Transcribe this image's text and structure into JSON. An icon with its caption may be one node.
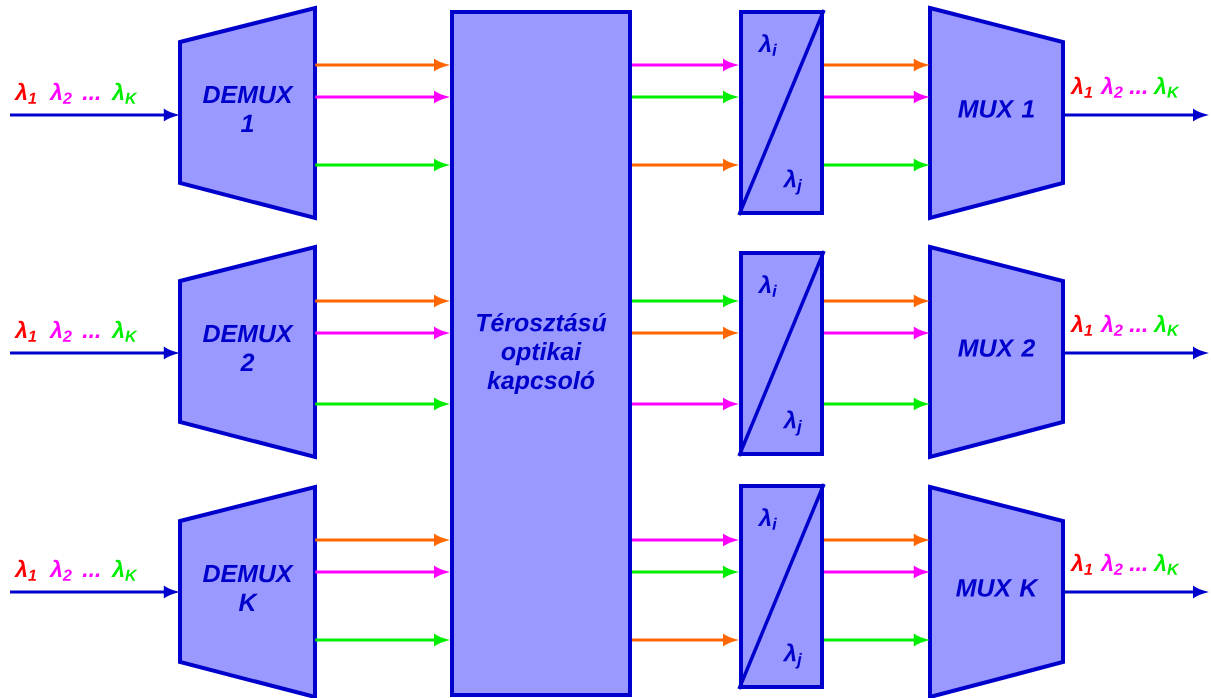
{
  "diagram": {
    "nodes": [
      {
        "text": [
          "DEMUX 1"
        ]
      },
      {
        "text": [
          "DEMUX 2"
        ]
      },
      {
        "text": [
          "DEMUX K"
        ]
      },
      {
        "text": [
          "Térosztású optikai kapcsoló"
        ]
      },
      {
        "text": [
          "λ$_{i}$",
          "λ$_{j}$"
        ]
      },
      {
        "text": [
          "λ$_{i}$",
          "λ$_{j}$"
        ]
      },
      {
        "text": [
          "λ$_{i}$",
          "λ$_{j}$"
        ]
      },
      {
        "text": [
          "MUX 1"
        ]
      },
      {
        "text": [
          "MUX 2"
        ]
      },
      {
        "text": [
          "MUX K"
        ]
      }
    ],
    "edges": [
      {
        "from": null,
        "to": 0,
        "arrow": "to",
        "color": "#0000cc"
      },
      {
        "from": null,
        "to": 1,
        "arrow": "to",
        "color": "#0000cc"
      },
      {
        "from": null,
        "to": 2,
        "arrow": "to",
        "color": "#0000cc"
      },
      {
        "from": 0,
        "to": 3,
        "arrow": "to",
        "color": "#ff6600"
      },
      {
        "from": 0,
        "to": 3,
        "arrow": "to",
        "color": "#ff00ff"
      },
      {
        "from": 0,
        "to": 3,
        "arrow": "to",
        "color": "#00ee00"
      },
      {
        "from": 1,
        "to": 3,
        "arrow": "to",
        "color": "#ff6600"
      },
      {
        "from": 1,
        "to": 3,
        "arrow": "to",
        "color": "#ff00ff"
      },
      {
        "from": 1,
        "to": 3,
        "arrow": "to",
        "color": "#00ee00"
      },
      {
        "from": 2,
        "to": 3,
        "arrow": "to",
        "color": "#ff6600"
      },
      {
        "from": 2,
        "to": 3,
        "arrow": "to",
        "color": "#ff00ff"
      },
      {
        "from": 2,
        "to": 3,
        "arrow": "to",
        "color": "#00ee00"
      },
      {
        "from": 3,
        "to": 4,
        "arrow": "to",
        "color": "#ff00ff"
      },
      {
        "from": 3,
        "to": 4,
        "arrow": "to",
        "color": "#00ee00"
      },
      {
        "from": 3,
        "to": 4,
        "arrow": "to",
        "color": "#ff6600"
      },
      {
        "from": 3,
        "to": 5,
        "arrow": "to",
        "color": "#00ee00"
      },
      {
        "from": 3,
        "to": 5,
        "arrow": "to",
        "color": "#ff6600"
      },
      {
        "from": 3,
        "to": 5,
        "arrow": "to",
        "color": "#ff00ff"
      },
      {
        "from": 3,
        "to": 6,
        "arrow": "to",
        "color": "#ff00ff"
      },
      {
        "from": 3,
        "to": 6,
        "arrow": "to",
        "color": "#00ee00"
      },
      {
        "from": 3,
        "to": 6,
        "arrow": "to",
        "color": "#ff6600"
      },
      {
        "from": 4,
        "to": 7,
        "arrow": "to",
        "color": "#ff6600"
      },
      {
        "from": 4,
        "to": 7,
        "arrow": "to",
        "color": "#ff00ff"
      },
      {
        "from": 4,
        "to": 7,
        "arrow": "to",
        "color": "#00ee00"
      },
      {
        "from": 5,
        "to": 8,
        "arrow": "to",
        "color": "#ff6600"
      },
      {
        "from": 5,
        "to": 8,
        "arrow": "to",
        "color": "#ff00ff"
      },
      {
        "from": 5,
        "to": 8,
        "arrow": "to",
        "color": "#00ee00"
      },
      {
        "from": 6,
        "to": 9,
        "arrow": "to",
        "color": "#ff6600"
      },
      {
        "from": 6,
        "to": 9,
        "arrow": "to",
        "color": "#ff00ff"
      },
      {
        "from": 6,
        "to": 9,
        "arrow": "to",
        "color": "#00ee00"
      },
      {
        "from": 7,
        "to": null,
        "arrow": "to",
        "color": "#0000cc"
      },
      {
        "from": 8,
        "to": null,
        "arrow": "to",
        "color": "#0000cc"
      },
      {
        "from": 9,
        "to": null,
        "arrow": "to",
        "color": "#0000cc"
      }
    ],
    "labels": [
      "λ$_{1}$",
      "λ$_{2}$",
      "...",
      "λ$_{K}$",
      "λ$_{1}$",
      "λ$_{2}$",
      "...",
      "λ$_{K}$",
      "λ$_{1}$",
      "λ$_{2}$",
      "...",
      "λ$_{K}$",
      "λ$_{1}$",
      "λ$_{2}$",
      "...",
      "λ$_{K}$",
      "λ$_{1}$",
      "λ$_{2}$",
      "...",
      "λ$_{K}$",
      "λ$_{1}$",
      "λ$_{2}$",
      "...",
      "λ$_{K}$"
    ]
  }
}
